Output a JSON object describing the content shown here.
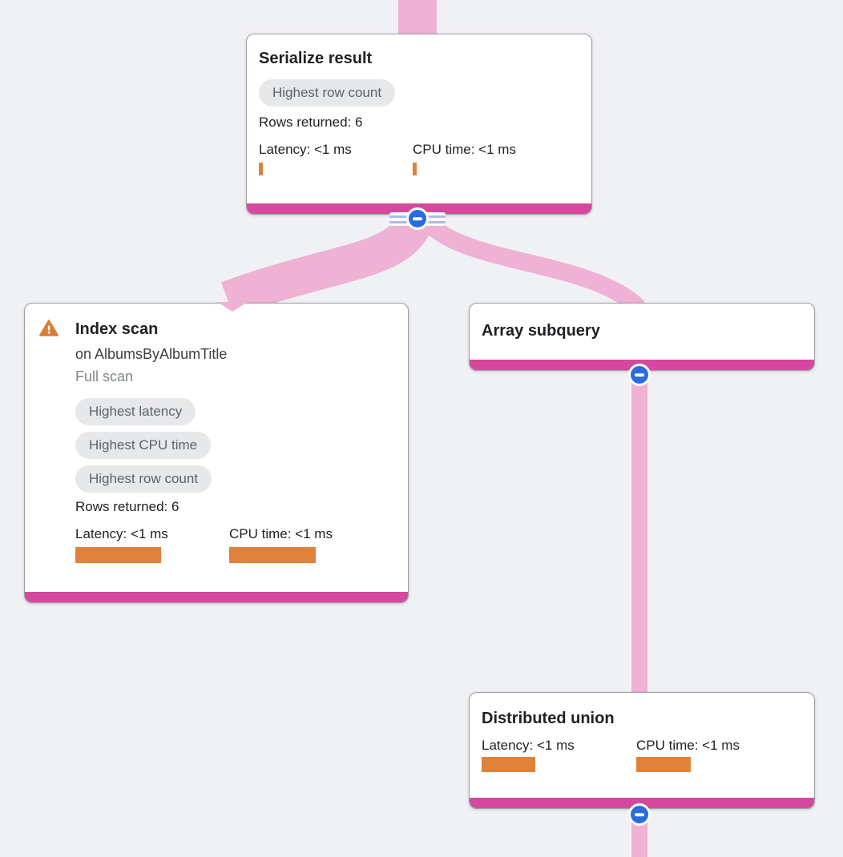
{
  "diagram": {
    "type": "query-plan-tree",
    "nodes": [
      {
        "id": "serialize-result",
        "title": "Serialize result",
        "badges": [
          "Highest row count"
        ],
        "rows_returned": "Rows returned: 6",
        "latency": "Latency: <1 ms",
        "cpu_time": "CPU time: <1 ms"
      },
      {
        "id": "index-scan",
        "title": "Index scan",
        "subtitle": "on AlbumsByAlbumTitle",
        "note": "Full scan",
        "has_warning": true,
        "badges": [
          "Highest latency",
          "Highest CPU time",
          "Highest row count"
        ],
        "rows_returned": "Rows returned: 6",
        "latency": "Latency: <1 ms",
        "cpu_time": "CPU time: <1 ms"
      },
      {
        "id": "array-subquery",
        "title": "Array subquery"
      },
      {
        "id": "distributed-union",
        "title": "Distributed union",
        "latency": "Latency: <1 ms",
        "cpu_time": "CPU time: <1 ms"
      }
    ],
    "edges": [
      {
        "from": "offscreen-parent-above",
        "to": "serialize-result"
      },
      {
        "from": "serialize-result",
        "to": "index-scan"
      },
      {
        "from": "serialize-result",
        "to": "array-subquery"
      },
      {
        "from": "array-subquery",
        "to": "distributed-union"
      },
      {
        "from": "distributed-union",
        "to": "offscreen-child-below"
      }
    ]
  },
  "colors": {
    "background": "#f0f1f4",
    "edge_pink": "#efb1d4",
    "node_accent_magenta": "#d6489e",
    "bar_orange": "#e0813c",
    "collapse_button_blue": "#2b6be0",
    "stripes_periwinkle": "#aebae8",
    "badge_background": "#e7e8ea",
    "badge_text": "#5f6368",
    "title_text": "#202124",
    "muted_text": "#80868b",
    "card_border": "#9aa0a6"
  }
}
